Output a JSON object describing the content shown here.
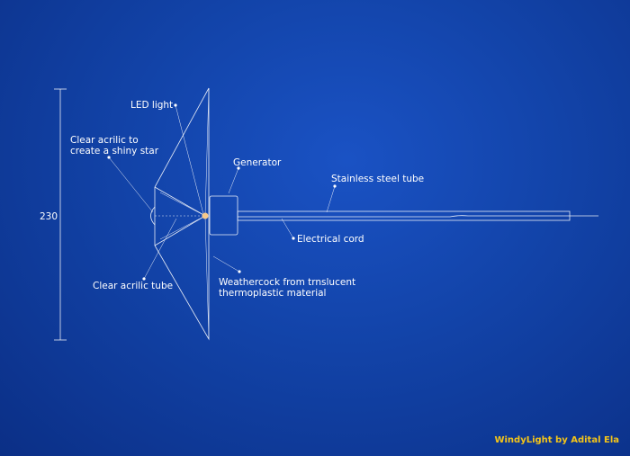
{
  "dimension": {
    "value": "230"
  },
  "labels": {
    "led_light": "LED light",
    "clear_acrylic_star": [
      "Clear acrilic to",
      "create a shiny star"
    ],
    "generator": "Generator",
    "stainless_tube": "Stainless steel tube",
    "electrical_cord": "Electrical cord",
    "clear_acrylic_tube": "Clear acrilic tube",
    "weathercock": [
      "Weathercock from trnslucent",
      "thermoplastic material"
    ]
  },
  "credit": "WindyLight by Adital Ela",
  "colors": {
    "background": "#1243a8",
    "line": "#ffffff",
    "led": "#f7c98a",
    "credit": "#f5c518"
  }
}
